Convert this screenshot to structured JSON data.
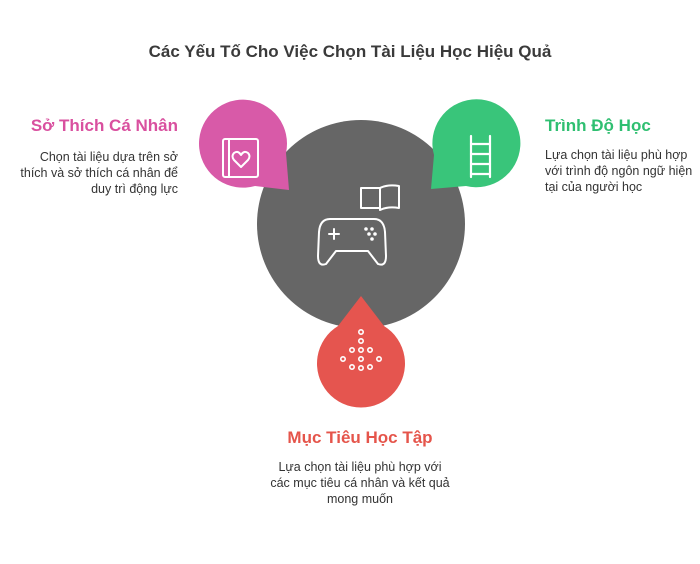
{
  "title": "Các Yếu Tố Cho Việc Chọn Tài Liệu Học Hiệu Quả",
  "colors": {
    "center": "#666666",
    "pink": "#d85aa8",
    "green": "#39c57a",
    "red": "#e5554f"
  },
  "center": {
    "icon": "gamepad-book-icon"
  },
  "items": [
    {
      "heading": "Sở Thích Cá Nhân",
      "description": "Chọn tài liệu dựa trên sở thích và sở thích cá nhân để duy trì động lực",
      "icon": "heart-book-icon"
    },
    {
      "heading": "Trình Độ Học",
      "description": "Lựa chọn tài liệu phù hợp với trình độ ngôn ngữ hiện tại của người học",
      "icon": "ladder-icon"
    },
    {
      "heading": "Mục Tiêu Học Tập",
      "description": "Lựa chọn tài liệu phù hợp với các mục tiêu cá nhân và kết quả mong muốn",
      "icon": "dotted-arrow-down-icon"
    }
  ]
}
